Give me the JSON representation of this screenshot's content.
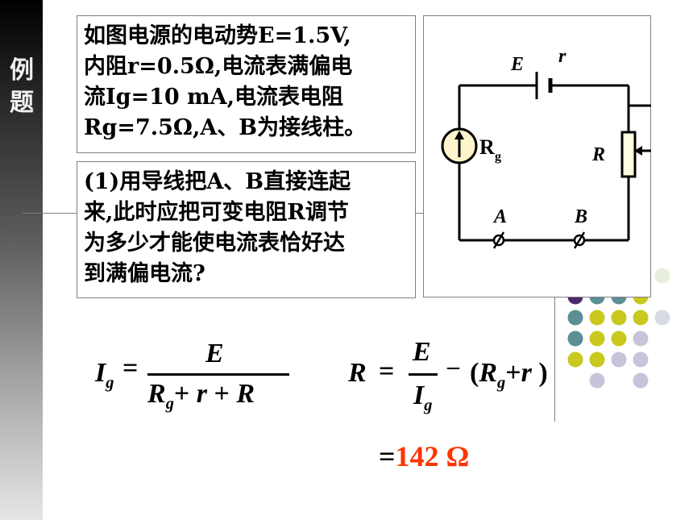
{
  "sidebar": {
    "chars": [
      "例",
      "题"
    ]
  },
  "problem": {
    "text_box": "如图电源的电动势E=1.5V,\n内阻r=0.5Ω,电流表满偏电\n流Ig=10 mA,电流表电阻\nRg=7.5Ω,A、B为接线柱。",
    "question_box": "(1)用导线把A、B直接连起\n来,此时应把可变电阻R调节\n为多少才能使电流表恰好达\n到满偏电流?"
  },
  "circuit": {
    "label_E": "E",
    "label_r": "r",
    "label_Rg": "R",
    "label_Rg_sub": "g",
    "label_R": "R",
    "label_A": "A",
    "label_B": "B"
  },
  "formula1": {
    "lhs": "I",
    "lhs_sub": "g",
    "eq": "=",
    "numerator": "E",
    "den_a": "R",
    "den_a_sub": "g",
    "plus1": "+",
    "den_r": "r",
    "plus2": "+",
    "den_R": "R"
  },
  "formula2": {
    "lhs": "R",
    "eq": "=",
    "numerator": "E",
    "den": "I",
    "den_sub": "g",
    "minus": "–",
    "open": "(",
    "Rg": "R",
    "Rg_sub": "g",
    "plus": "+",
    "r": "r",
    "close": ")"
  },
  "answer": {
    "eq": "=",
    "value": "142 Ω",
    "value_color": "#ff3300"
  },
  "colors": {
    "dot_purple": "#4b2a6a",
    "dot_teal": "#5b8e95",
    "dot_olive": "#c8c81e",
    "dot_lavender": "#c9c3d9",
    "dot_pale": "#e8eedd",
    "dot_light": "#d6dbe4"
  }
}
